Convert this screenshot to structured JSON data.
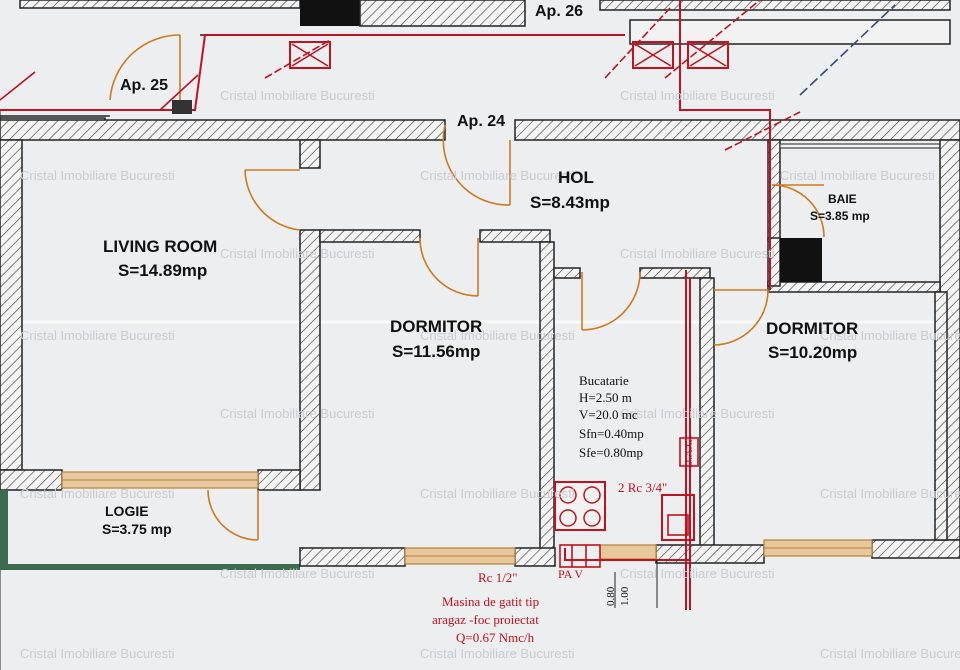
{
  "plan": {
    "neighbor_labels": {
      "ap26": "Ap. 26",
      "ap25": "Ap. 25",
      "ap24": "Ap. 24"
    },
    "rooms": {
      "living": {
        "name": "LIVING ROOM",
        "area": "S=14.89mp"
      },
      "hol": {
        "name": "HOL",
        "area": "S=8.43mp"
      },
      "baie": {
        "name": "BAIE",
        "area": "S=3.85 mp"
      },
      "dormitor1": {
        "name": "DORMITOR",
        "area": "S=11.56mp"
      },
      "dormitor2": {
        "name": "DORMITOR",
        "area": "S=10.20mp"
      },
      "logie": {
        "name": "LOGIE",
        "area": "S=3.75 mp"
      }
    },
    "kitchen": {
      "name": "Bucatarie",
      "height": "H=2.50 m",
      "volume": "V=20.0 mc",
      "sfn": "Sfn=0.40mp",
      "sfe": "Sfe=0.80mp"
    },
    "gas": {
      "dag": "D.A.G.",
      "rc34": "2 Rc 3/4\"",
      "pav": "PA V",
      "rc12": "Rc 1/2\"",
      "stove_line1": "Masina de gatit tip",
      "stove_line2": "aragaz -foc proiectat",
      "flow": "Q=0.67 Nmc/h",
      "h080": "0.80",
      "h100": "1.00"
    },
    "watermark": "Cristal Imobiliare Bucuresti",
    "colors": {
      "pipe": "#c1121f",
      "door": "#d07a1e",
      "wall_hatch": "#333333",
      "window": "#e7c79b"
    }
  }
}
